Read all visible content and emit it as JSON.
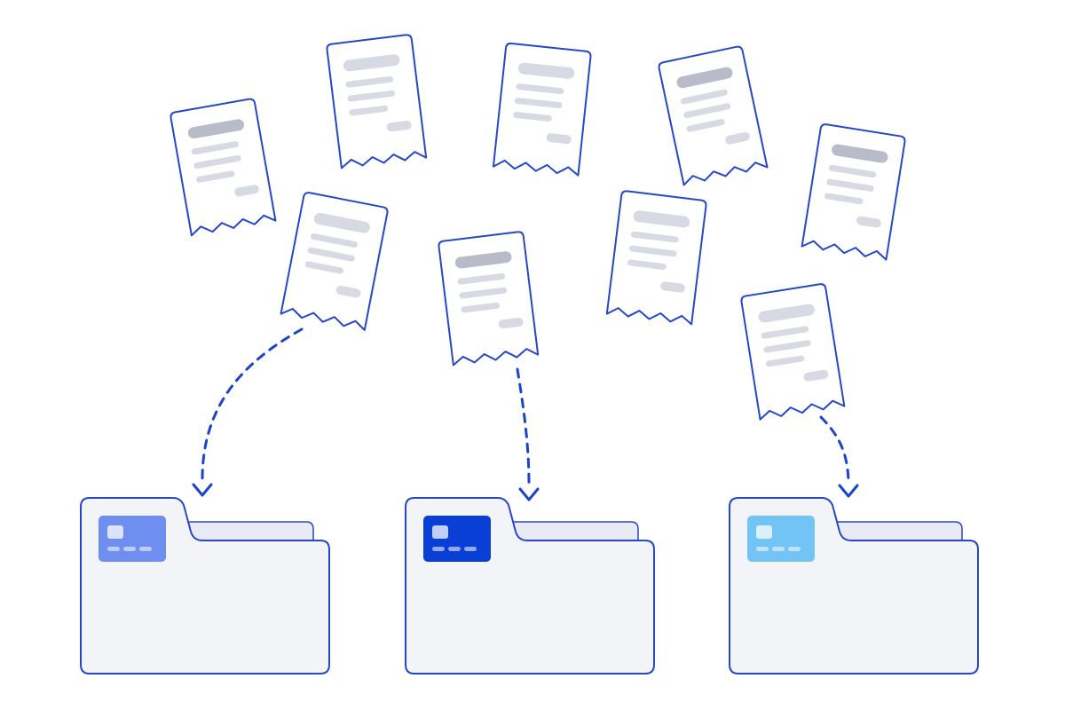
{
  "palette": {
    "outline": "#2747c9",
    "receipt_fill": "#ffffff",
    "bar_dark": "#b9bcc8",
    "bar_light": "#d8dae3",
    "folder_fill": "#f3f4f8",
    "folder_back": "#e9ebf4",
    "arrow": "#1b45c8"
  },
  "receipts": [
    {
      "id": "receipt-1",
      "title_tone": "dark"
    },
    {
      "id": "receipt-2",
      "title_tone": "light"
    },
    {
      "id": "receipt-3",
      "title_tone": "light"
    },
    {
      "id": "receipt-4",
      "title_tone": "dark"
    },
    {
      "id": "receipt-5",
      "title_tone": "dark"
    },
    {
      "id": "receipt-6",
      "title_tone": "light"
    },
    {
      "id": "receipt-7",
      "title_tone": "dark"
    },
    {
      "id": "receipt-8",
      "title_tone": "light"
    },
    {
      "id": "receipt-9",
      "title_tone": "light"
    }
  ],
  "folders": [
    {
      "id": "folder-left",
      "card_icon": "credit-card-icon",
      "card_color": "#6f8ff0"
    },
    {
      "id": "folder-center",
      "card_icon": "credit-card-icon",
      "card_color": "#0a3fd6"
    },
    {
      "id": "folder-right",
      "card_icon": "credit-card-icon",
      "card_color": "#72c4f4"
    }
  ],
  "arrows": [
    {
      "id": "arrow-to-left-folder",
      "style": "dashed",
      "head": "chevron-down"
    },
    {
      "id": "arrow-to-center-folder",
      "style": "dashed",
      "head": "chevron-down"
    },
    {
      "id": "arrow-to-right-folder",
      "style": "dashed",
      "head": "chevron-down"
    }
  ]
}
